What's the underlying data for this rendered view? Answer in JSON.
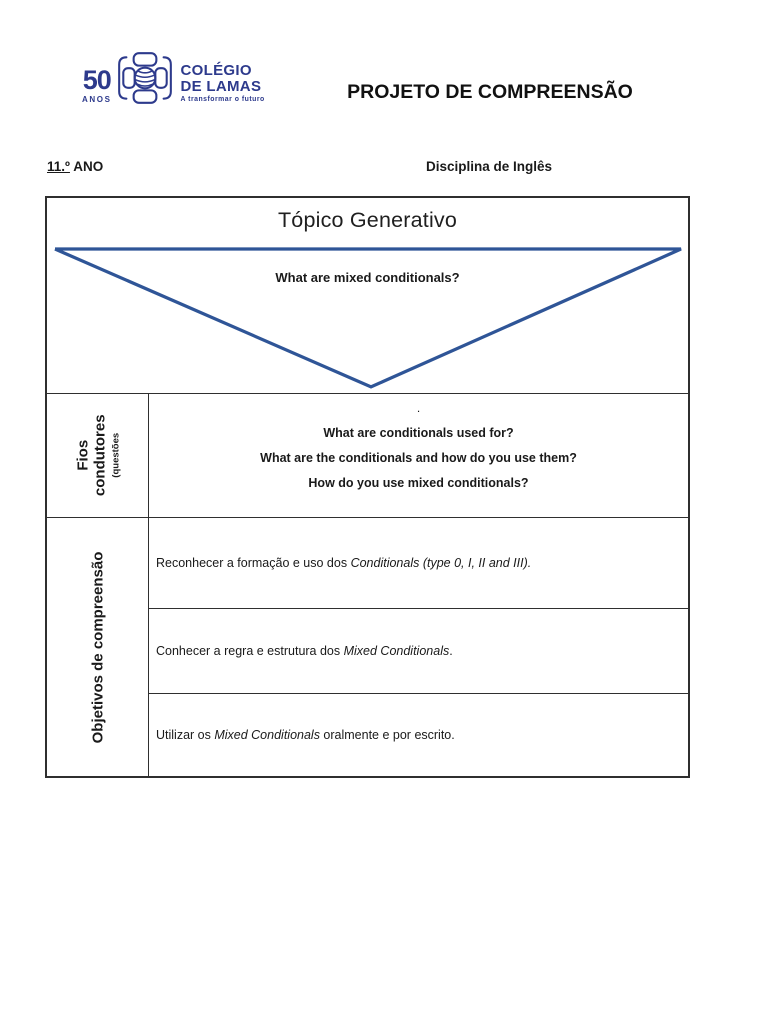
{
  "header": {
    "logo": {
      "years": "50",
      "years_label": "ANOS",
      "school_name_line1": "COLÉGIO",
      "school_name_line2": "DE LAMAS",
      "tagline": "A transformar o futuro"
    },
    "document_title": "PROJETO DE COMPREENSÃO",
    "grade": "11.º",
    "grade_suffix": " ANO",
    "subject": "Disciplina de Inglês"
  },
  "table": {
    "topic": {
      "header": "Tópico Generativo",
      "question": "What are mixed conditionals?"
    },
    "fios": {
      "label_line1": "Fios",
      "label_line2": "condutores",
      "label_sub": "(questões",
      "dot": ".",
      "questions": [
        "What are conditionals used for?",
        "What are the conditionals and how do you use them?",
        "How do you use mixed conditionals?"
      ]
    },
    "objectives": {
      "label": "Objetivos de compreensão",
      "items": [
        {
          "pre": "Reconhecer a formação e uso dos ",
          "it": "Conditionals (type 0, I, II and III)",
          "post": "."
        },
        {
          "pre": "Conhecer a regra e estrutura dos ",
          "it": "Mixed Conditionals",
          "post": "."
        },
        {
          "pre": "Utilizar os ",
          "it": "Mixed Conditionals",
          "post": " oralmente e por escrito."
        }
      ]
    }
  },
  "colors": {
    "logo_blue": "#2d3a8c",
    "triangle_blue": "#2f5597",
    "border": "#2f2f2f",
    "text": "#1a1a1a"
  }
}
